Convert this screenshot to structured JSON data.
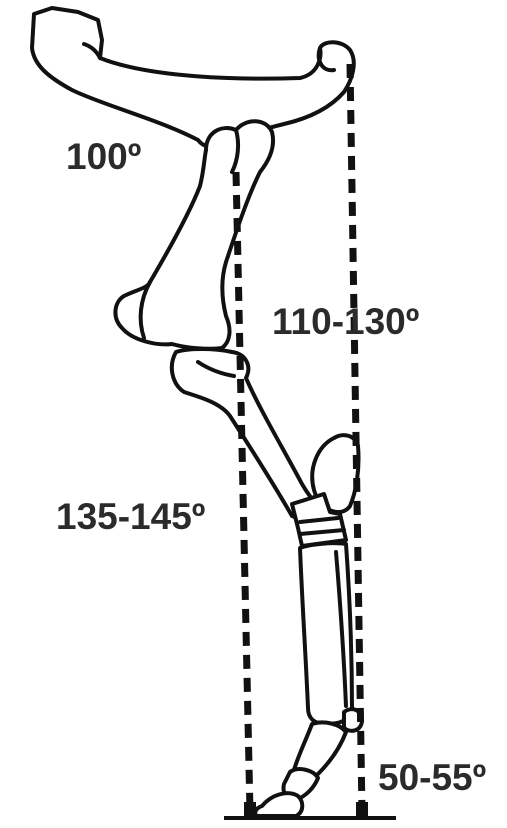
{
  "figure": {
    "subject": "Horse hind limb skeleton with joint angle lines",
    "colors": {
      "bone_stroke": "#111111",
      "bone_fill": "#ffffff",
      "guide_line": "#111111",
      "text": "#2b2b2b"
    }
  },
  "labels": {
    "hip_angle": "100º",
    "stifle_angle": "110-130º",
    "hock_angle": "135-145º",
    "hoof_angle": "50-55º"
  }
}
